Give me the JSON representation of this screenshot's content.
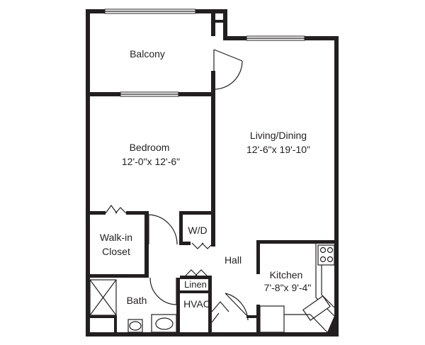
{
  "rooms": {
    "balcony": {
      "name": "Balcony"
    },
    "bedroom": {
      "name": "Bedroom",
      "size": "12'-0\"x 12'-6\""
    },
    "living": {
      "name": "Living/Dining",
      "size": "12'-6\"x 19'-10\""
    },
    "walkin": {
      "line1": "Walk-in",
      "line2": "Closet"
    },
    "wd": {
      "name": "W/D"
    },
    "hall": {
      "name": "Hall"
    },
    "kitchen": {
      "name": "Kitchen",
      "size": "7'-8\"x 9'-4\""
    },
    "linen": {
      "name": "Linen"
    },
    "bath": {
      "name": "Bath"
    },
    "hvac": {
      "name": "HVAC"
    }
  }
}
